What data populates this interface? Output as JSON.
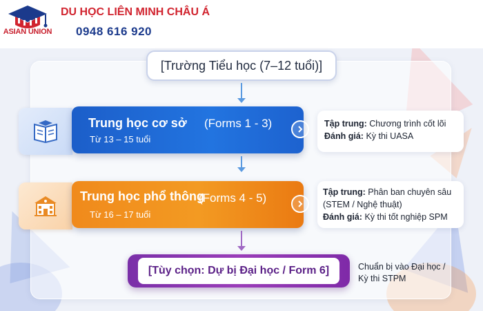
{
  "header": {
    "brand_name": "DU HỌC LIÊN MINH CHÂU Á",
    "phone": "0948 616 920",
    "logo_text": "ASIAN UNION",
    "logo_icon": "graduation-cap-icon"
  },
  "diagram": {
    "top_node": "[Trường Tiểu học (7–12 tuổi)]",
    "stages": [
      {
        "title": "Trung học cơ sở",
        "forms": "(Forms 1 - 3)",
        "age": "Từ 13 – 15 tuổi",
        "icon": "open-book-icon",
        "focus_label": "Tập trung:",
        "focus_value": "Chương trình cốt lõi",
        "focus_value_2": "",
        "assess_label": "Đánh giá:",
        "assess_value": "Kỳ thi UASA"
      },
      {
        "title": "Trung học phổ thông",
        "forms": "(Forms 4 - 5)",
        "age": "Từ 16 – 17 tuổi",
        "icon": "school-building-icon",
        "focus_label": "Tập trung:",
        "focus_value": "Phân ban chuyên sâu",
        "focus_value_2": "(STEM / Nghệ thuật)",
        "assess_label": "Đánh giá:",
        "assess_value": "Kỳ thi tốt nghiệp SPM"
      }
    ],
    "optional": {
      "label": "[Tùy chọn: Dự bị Đại học / Form 6]",
      "note_line1": "Chuẩn bị vào Đại học /",
      "note_line2": "Kỳ thi STPM"
    }
  },
  "colors": {
    "blue_stage": "#1f68d6",
    "orange_stage": "#f08a1c",
    "purple_optional": "#8a35b0",
    "brand_red": "#d1242f",
    "brand_navy": "#1b3a8c"
  }
}
